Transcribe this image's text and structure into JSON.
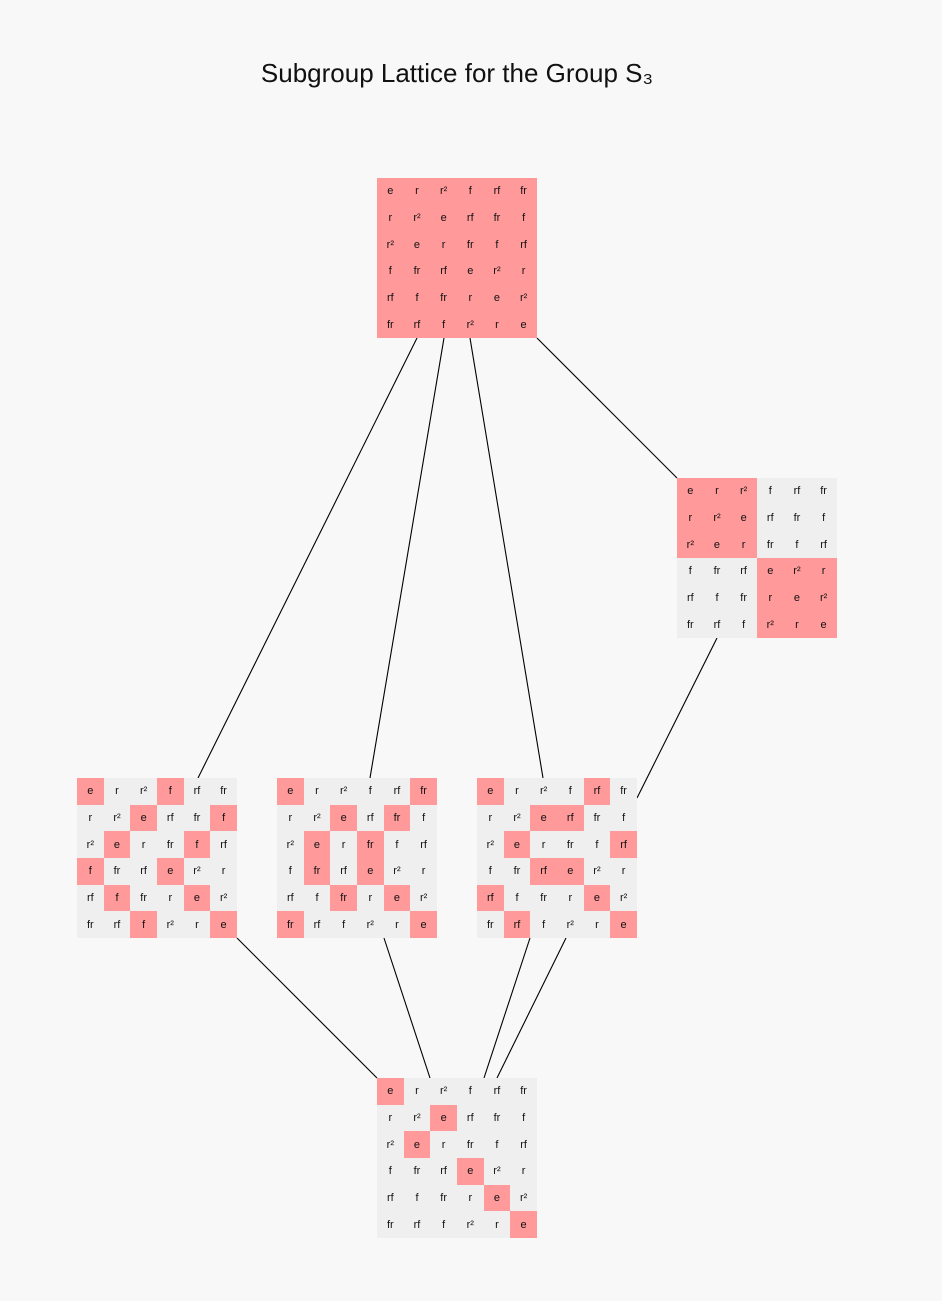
{
  "title": "Subgroup Lattice for the Group S₃",
  "colors": {
    "highlight": "#ff999a",
    "plain": "#efefef",
    "background": "#f8f8f8"
  },
  "cayley_table": [
    [
      "e",
      "r",
      "r²",
      "f",
      "rf",
      "fr"
    ],
    [
      "r",
      "r²",
      "e",
      "rf",
      "fr",
      "f"
    ],
    [
      "r²",
      "e",
      "r",
      "fr",
      "f",
      "rf"
    ],
    [
      "f",
      "fr",
      "rf",
      "e",
      "r²",
      "r"
    ],
    [
      "rf",
      "f",
      "fr",
      "r",
      "e",
      "r²"
    ],
    [
      "fr",
      "rf",
      "f",
      "r²",
      "r",
      "e"
    ]
  ],
  "subgroups": [
    {
      "id": "s3",
      "highlight": [
        [
          1,
          1,
          1,
          1,
          1,
          1
        ],
        [
          1,
          1,
          1,
          1,
          1,
          1
        ],
        [
          1,
          1,
          1,
          1,
          1,
          1
        ],
        [
          1,
          1,
          1,
          1,
          1,
          1
        ],
        [
          1,
          1,
          1,
          1,
          1,
          1
        ],
        [
          1,
          1,
          1,
          1,
          1,
          1
        ]
      ]
    },
    {
      "id": "a3",
      "highlight": [
        [
          1,
          1,
          1,
          0,
          0,
          0
        ],
        [
          1,
          1,
          1,
          0,
          0,
          0
        ],
        [
          1,
          1,
          1,
          0,
          0,
          0
        ],
        [
          0,
          0,
          0,
          1,
          1,
          1
        ],
        [
          0,
          0,
          0,
          1,
          1,
          1
        ],
        [
          0,
          0,
          0,
          1,
          1,
          1
        ]
      ]
    },
    {
      "id": "h1",
      "highlight": [
        [
          1,
          0,
          0,
          1,
          0,
          0
        ],
        [
          0,
          0,
          1,
          0,
          0,
          1
        ],
        [
          0,
          1,
          0,
          0,
          1,
          0
        ],
        [
          1,
          0,
          0,
          1,
          0,
          0
        ],
        [
          0,
          1,
          0,
          0,
          1,
          0
        ],
        [
          0,
          0,
          1,
          0,
          0,
          1
        ]
      ]
    },
    {
      "id": "h2",
      "highlight": [
        [
          1,
          0,
          0,
          0,
          0,
          1
        ],
        [
          0,
          0,
          1,
          0,
          1,
          0
        ],
        [
          0,
          1,
          0,
          1,
          0,
          0
        ],
        [
          0,
          1,
          0,
          1,
          0,
          0
        ],
        [
          0,
          0,
          1,
          0,
          1,
          0
        ],
        [
          1,
          0,
          0,
          0,
          0,
          1
        ]
      ]
    },
    {
      "id": "h3",
      "highlight": [
        [
          1,
          0,
          0,
          0,
          1,
          0
        ],
        [
          0,
          0,
          1,
          1,
          0,
          0
        ],
        [
          0,
          1,
          0,
          0,
          0,
          1
        ],
        [
          0,
          0,
          1,
          1,
          0,
          0
        ],
        [
          1,
          0,
          0,
          0,
          1,
          0
        ],
        [
          0,
          1,
          0,
          0,
          0,
          1
        ]
      ]
    },
    {
      "id": "e",
      "highlight": [
        [
          1,
          0,
          0,
          0,
          0,
          0
        ],
        [
          0,
          0,
          1,
          0,
          0,
          0
        ],
        [
          0,
          1,
          0,
          0,
          0,
          0
        ],
        [
          0,
          0,
          0,
          1,
          0,
          0
        ],
        [
          0,
          0,
          0,
          0,
          1,
          0
        ],
        [
          0,
          0,
          0,
          0,
          0,
          1
        ]
      ]
    }
  ],
  "edges": [
    [
      "s3",
      "h1"
    ],
    [
      "s3",
      "h2"
    ],
    [
      "s3",
      "h3"
    ],
    [
      "s3",
      "a3"
    ],
    [
      "a3",
      "h3"
    ],
    [
      "h1",
      "e"
    ],
    [
      "h2",
      "e"
    ],
    [
      "h3",
      "e"
    ],
    [
      "h3",
      "e"
    ]
  ]
}
